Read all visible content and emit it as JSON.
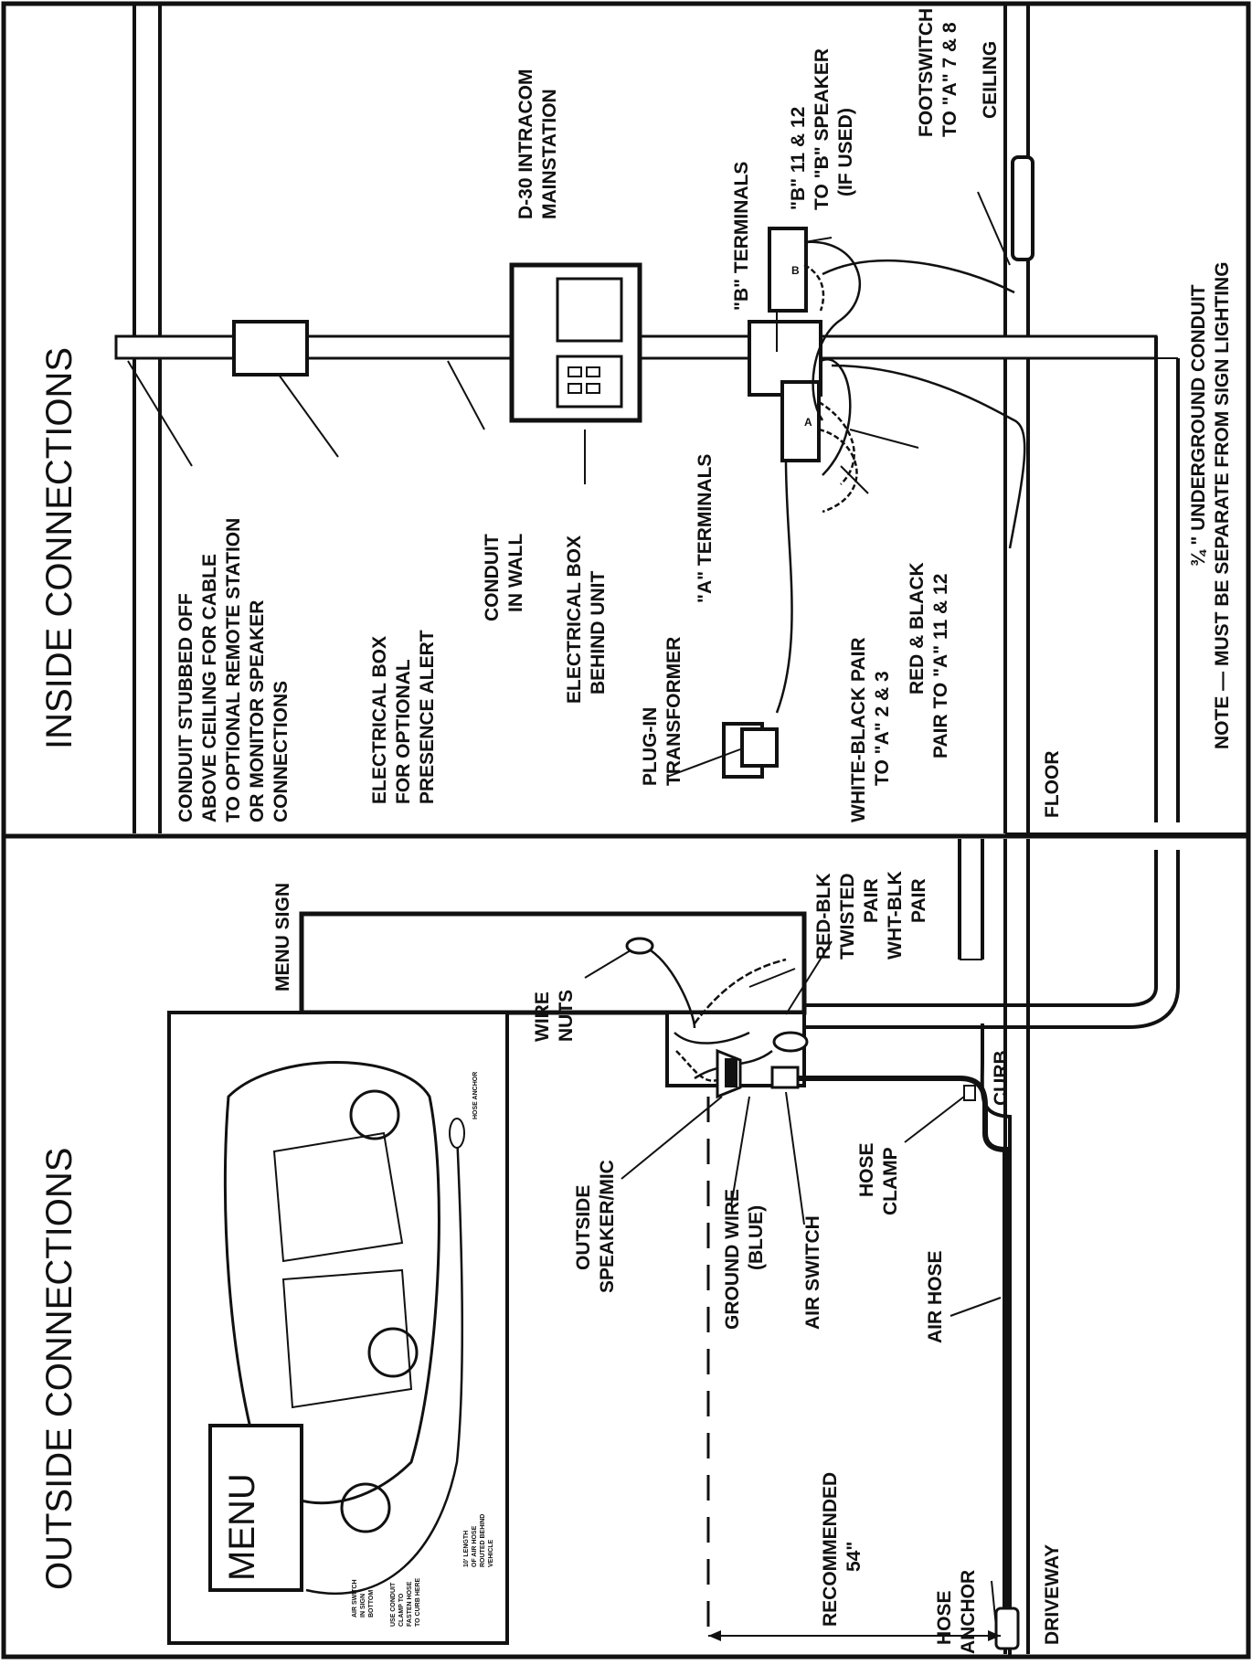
{
  "titles": {
    "inside": "INSIDE CONNECTIONS",
    "outside": "OUTSIDE CONNECTIONS"
  },
  "inside": {
    "ceiling": "CEILING",
    "floor": "FLOOR",
    "conduit_stub": [
      "CONDUIT STUBBED OFF",
      "ABOVE CEILING FOR CABLE",
      "TO OPTIONAL REMOTE STATION",
      "OR MONITOR SPEAKER",
      "CONNECTIONS"
    ],
    "electrical_box_optional": [
      "ELECTRICAL BOX",
      "FOR OPTIONAL",
      "PRESENCE ALERT"
    ],
    "conduit_wall": [
      "CONDUIT",
      "IN WALL"
    ],
    "mainstation": [
      "D-30 INTRACOM",
      "MAINSTATION"
    ],
    "electrical_box_behind": [
      "ELECTRICAL BOX",
      "BEHIND UNIT"
    ],
    "b_terminals": "\"B\" TERMINALS",
    "b_speaker": [
      "\"B\" 11 & 12",
      "TO \"B\" SPEAKER",
      "(IF USED)"
    ],
    "footswitch": [
      "FOOTSWITCH",
      "TO \"A\" 7 & 8"
    ],
    "plug_in": [
      "PLUG-IN",
      "TRANSFORMER"
    ],
    "a_terminals": "\"A\" TERMINALS",
    "white_black": [
      "WHITE-BLACK PAIR",
      "TO \"A\" 2 & 3"
    ],
    "red_black": [
      "RED & BLACK",
      "PAIR TO \"A\" 11 & 12"
    ],
    "underground": [
      "¾ \" UNDERGROUND CONDUIT",
      "NOTE — MUST BE SEPARATE FROM SIGN LIGHTING"
    ],
    "terminal_a_mark": "A",
    "terminal_b_mark": "B"
  },
  "outside": {
    "menu_sign": "MENU SIGN",
    "wire_nuts": [
      "WIRE",
      "NUTS"
    ],
    "red_blk": [
      "RED-BLK",
      "TWISTED",
      "PAIR"
    ],
    "wht_blk": [
      "WHT-BLK",
      "PAIR"
    ],
    "curb": "CURB",
    "speaker_mic": [
      "OUTSIDE",
      "SPEAKER/MIC"
    ],
    "ground_wire": [
      "GROUND WIRE",
      "(BLUE)"
    ],
    "air_switch": "AIR SWITCH",
    "hose_clamp": [
      "HOSE",
      "CLAMP"
    ],
    "air_hose": "AIR HOSE",
    "recommended": [
      "RECOMMENDED",
      "54\""
    ],
    "hose_anchor": [
      "HOSE",
      "ANCHOR"
    ],
    "driveway": "DRIVEWAY"
  },
  "inset": {
    "menu": "MENU",
    "hose_anchor": "HOSE ANCHOR",
    "length": [
      "10' LENGTH",
      "OF AIR HOSE",
      "ROUTED BEHIND",
      "VEHICLE"
    ],
    "air_switch": [
      "AIR SWITCH",
      "IN SIGN",
      "BOTTOM"
    ],
    "conduit_clamp": [
      "USE CONDUIT",
      "CLAMP TO",
      "FASTEN HOSE",
      "TO CURB HERE"
    ]
  }
}
